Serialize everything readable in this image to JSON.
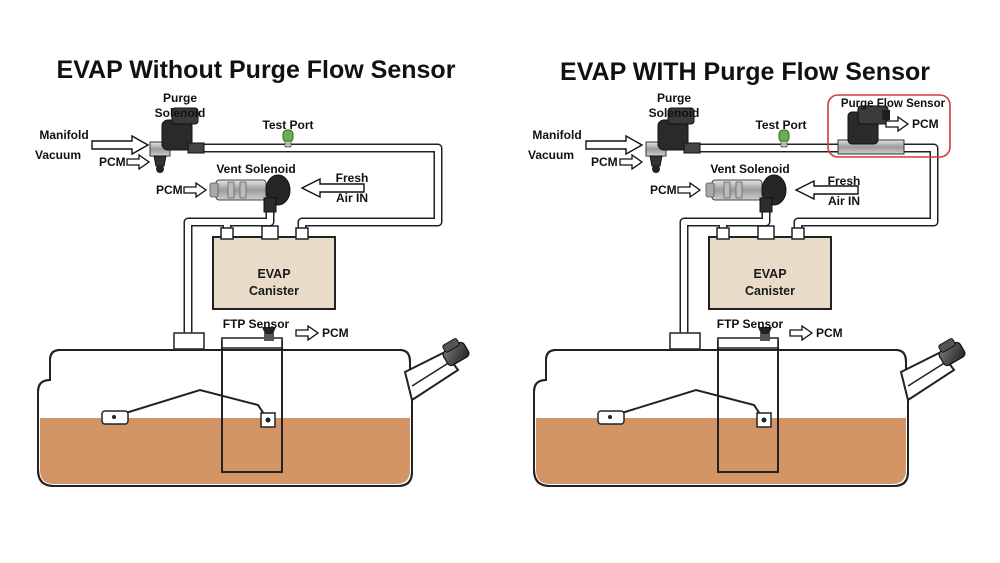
{
  "colors": {
    "fuel": "#d39566",
    "canister": "#e8dcc8",
    "highlight": "#d23a3a",
    "test_port": "#6ab04c"
  },
  "left": {
    "title": "EVAP Without Purge Flow Sensor",
    "purge_solenoid": [
      "Purge",
      "Solenoid"
    ],
    "manifold_vacuum": [
      "Manifold",
      "Vacuum"
    ],
    "pcm_purge": "PCM",
    "test_port": "Test Port",
    "vent_solenoid": "Vent Solenoid",
    "pcm_vent": "PCM",
    "fresh_air": [
      "Fresh",
      "Air IN"
    ],
    "canister": [
      "EVAP",
      "Canister"
    ],
    "ftp_sensor": "FTP Sensor",
    "pcm_ftp": "PCM"
  },
  "right": {
    "title": "EVAP WITH Purge Flow Sensor",
    "purge_solenoid": [
      "Purge",
      "Solenoid"
    ],
    "manifold_vacuum": [
      "Manifold",
      "Vacuum"
    ],
    "pcm_purge": "PCM",
    "test_port": "Test Port",
    "vent_solenoid": "Vent Solenoid",
    "pcm_vent": "PCM",
    "fresh_air": [
      "Fresh",
      "Air IN"
    ],
    "canister": [
      "EVAP",
      "Canister"
    ],
    "ftp_sensor": "FTP Sensor",
    "pcm_ftp": "PCM",
    "purge_flow_sensor": "Purge Flow Sensor",
    "pcm_flow": "PCM"
  }
}
